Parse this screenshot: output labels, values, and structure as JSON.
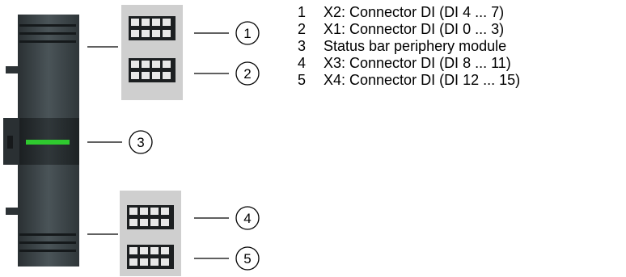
{
  "callouts": [
    {
      "id": "1",
      "text": "X2: Connector DI (DI 4 ... 7)"
    },
    {
      "id": "2",
      "text": "X1: Connector DI (DI 0 ... 3)"
    },
    {
      "id": "3",
      "text": "Status bar periphery module"
    },
    {
      "id": "4",
      "text": "X3: Connector DI (DI 8 ... 11)"
    },
    {
      "id": "5",
      "text": "X4: Connector DI (DI 12 ... 15)"
    }
  ],
  "colors": {
    "module_body": "#3a4246",
    "module_dark": "#1f2426",
    "status_led": "#2fc92f",
    "connector_bg": "#cfcfcf",
    "callout_line": "#000000"
  }
}
